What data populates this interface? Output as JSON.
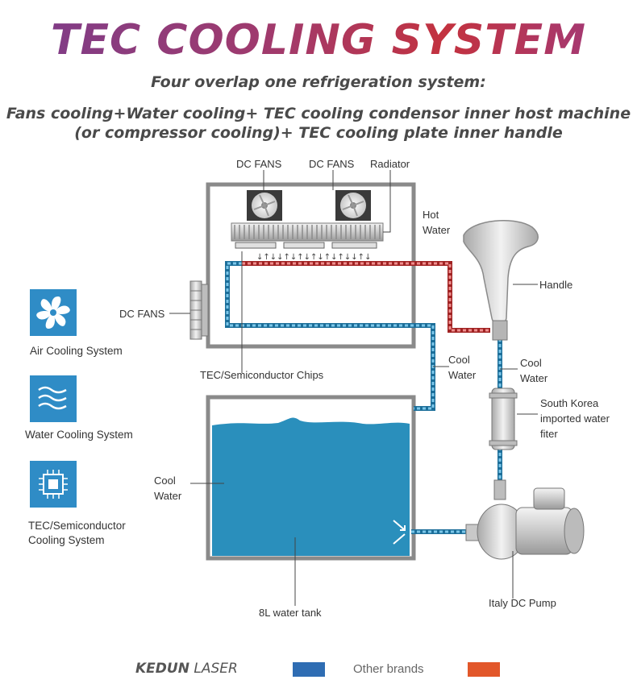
{
  "header": {
    "title": "TEC COOLING SYSTEM",
    "subtitle": "Four overlap one refrigeration system:",
    "description_line1": "Fans cooling+Water cooling+ TEC cooling condensor inner host machine",
    "description_line2": "(or compressor cooling)+ TEC cooling plate inner handle"
  },
  "diagram_labels": {
    "dc_fans_top_left": "DC FANS",
    "dc_fans_top_right": "DC FANS",
    "radiator": "Radiator",
    "hot_water_line1": "Hot",
    "hot_water_line2": "Water",
    "handle": "Handle",
    "dc_fans_side": "DC FANS",
    "tec_chips": "TEC/Semiconductor Chips",
    "cool_water_mid_line1": "Cool",
    "cool_water_mid_line2": "Water",
    "cool_water_right_line1": "Cool",
    "cool_water_right_line2": "Water",
    "filter_line1": "South Korea",
    "filter_line2": "imported water",
    "filter_line3": "fiter",
    "cool_water_tank_line1": "Cool",
    "cool_water_tank_line2": "Water",
    "tank": "8L water tank",
    "pump": "Italy DC Pump"
  },
  "legend": {
    "air": "Air Cooling System",
    "water": "Water Cooling System",
    "tec_line1": "TEC/Semiconductor",
    "tec_line2": "Cooling System"
  },
  "footer": {
    "brand_bold": "KEDUN",
    "brand_thin": " LASER",
    "other_brands": "Other brands"
  },
  "colors": {
    "kedun": "#2f6db3",
    "other": "#e2572a",
    "cool_pipe": "#3a9fd0",
    "hot_pipe": "#cf3434",
    "tank_water": "#2a8fbc",
    "legend_icon": "#2f8cc6"
  }
}
